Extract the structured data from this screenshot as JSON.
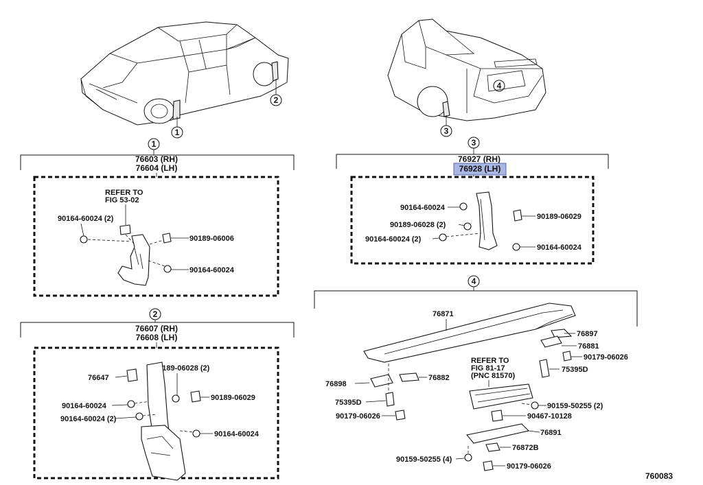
{
  "diagram": {
    "figure_number": "760083",
    "views": [
      {
        "id": "1"
      },
      {
        "id": "2"
      },
      {
        "id": "3"
      },
      {
        "id": "4"
      }
    ],
    "groups": [
      {
        "id": "1",
        "parts": [
          "76603 (RH)",
          "76604 (LH)"
        ],
        "refer_lines": [
          "REFER TO",
          "FIG 53-02"
        ],
        "labels": [
          "90164-60024 (2)",
          "90189-06006",
          "90164-60024"
        ]
      },
      {
        "id": "2",
        "parts": [
          "76607 (RH)",
          "76608 (LH)"
        ],
        "labels": [
          "76647",
          "90189-06028 (2)",
          "90164-60024",
          "90189-06029",
          "90164-60024 (2)",
          "90164-60024"
        ]
      },
      {
        "id": "3",
        "parts": [
          "76927 (RH)",
          "76928 (LH)"
        ],
        "highlight_color": "#a9b7e3",
        "labels": [
          "90164-60024",
          "90189-06029",
          "90189-06028 (2)",
          "90164-60024 (2)",
          "90164-60024"
        ]
      },
      {
        "id": "4",
        "refer_lines": [
          "REFER TO",
          "FIG 81-17",
          "(PNC 81570)"
        ],
        "labels": [
          "76871",
          "76897",
          "76881",
          "90179-06026",
          "75395D",
          "76898",
          "76882",
          "75395D",
          "90179-06026",
          "90159-50255 (2)",
          "90467-10128",
          "76891",
          "76872B",
          "90159-50255 (4)",
          "90179-06026"
        ]
      }
    ]
  }
}
